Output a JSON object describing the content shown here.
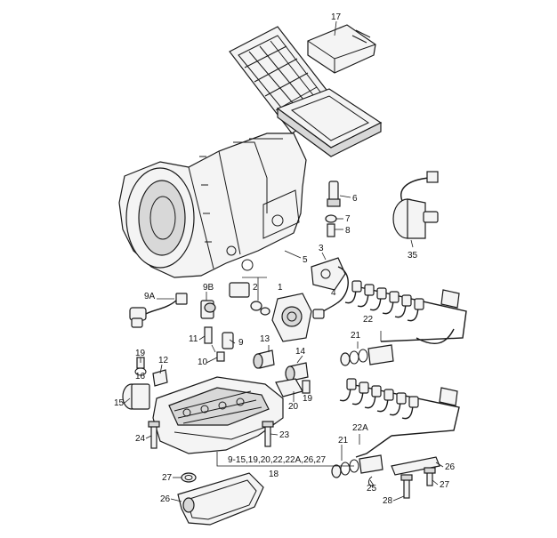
{
  "callouts": [
    {
      "id": "c17",
      "text": "17"
    },
    {
      "id": "c6",
      "text": "6"
    },
    {
      "id": "c7",
      "text": "7"
    },
    {
      "id": "c8",
      "text": "8"
    },
    {
      "id": "c35",
      "text": "35"
    },
    {
      "id": "c3",
      "text": "3"
    },
    {
      "id": "c5",
      "text": "5"
    },
    {
      "id": "c4",
      "text": "4"
    },
    {
      "id": "c1",
      "text": "1"
    },
    {
      "id": "c2",
      "text": "2"
    },
    {
      "id": "c9a",
      "text": "9A"
    },
    {
      "id": "c9b",
      "text": "9B"
    },
    {
      "id": "c22",
      "text": "22"
    },
    {
      "id": "c21",
      "text": "21"
    },
    {
      "id": "c11",
      "text": "11"
    },
    {
      "id": "c9",
      "text": "9"
    },
    {
      "id": "c10",
      "text": "10"
    },
    {
      "id": "c13",
      "text": "13"
    },
    {
      "id": "c14",
      "text": "14"
    },
    {
      "id": "c19a",
      "text": "19"
    },
    {
      "id": "c12",
      "text": "12"
    },
    {
      "id": "c16",
      "text": "16"
    },
    {
      "id": "c15",
      "text": "15"
    },
    {
      "id": "c20",
      "text": "20"
    },
    {
      "id": "c19b",
      "text": "19"
    },
    {
      "id": "c24",
      "text": "24"
    },
    {
      "id": "c23",
      "text": "23"
    },
    {
      "id": "c22a",
      "text": "22A"
    },
    {
      "id": "c21b",
      "text": "21"
    },
    {
      "id": "cnote",
      "text": "9-15,19,20,22,22A,26,27"
    },
    {
      "id": "c18",
      "text": "18"
    },
    {
      "id": "c27a",
      "text": "27"
    },
    {
      "id": "c26a",
      "text": "26"
    },
    {
      "id": "c25",
      "text": "25"
    },
    {
      "id": "c26b",
      "text": "26"
    },
    {
      "id": "c27b",
      "text": "27"
    },
    {
      "id": "c28",
      "text": "28"
    }
  ]
}
